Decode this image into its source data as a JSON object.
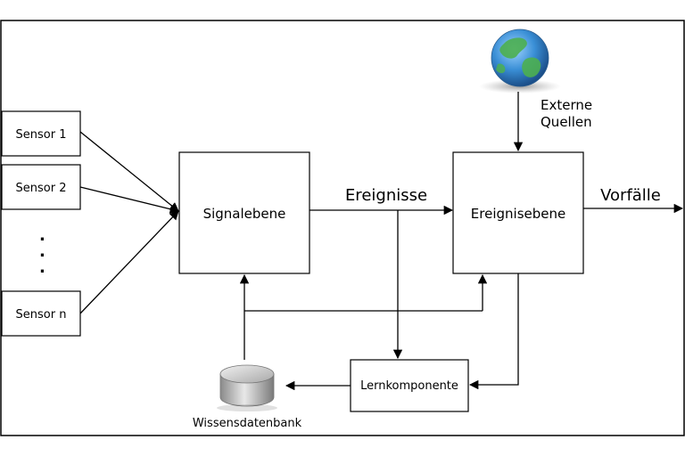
{
  "sensors": [
    {
      "label": "Sensor 1"
    },
    {
      "label": "Sensor 2"
    },
    {
      "label": "Sensor n"
    }
  ],
  "ellipsis": ".",
  "boxes": {
    "signal": "Signalebene",
    "event": "Ereignisebene",
    "learning": "Lernkomponente"
  },
  "edge_labels": {
    "events": "Ereignisse",
    "incidents": "Vorfälle"
  },
  "external_sources": {
    "line1": "Externe",
    "line2": "Quellen"
  },
  "database": {
    "label": "Wissensdatenbank"
  },
  "colors": {
    "stroke": "#000000",
    "globe_ocean": "#3a8fd6",
    "globe_land": "#4caf50",
    "db_gray": "#b0b0b0"
  },
  "icons": [
    "globe-icon",
    "database-icon"
  ]
}
